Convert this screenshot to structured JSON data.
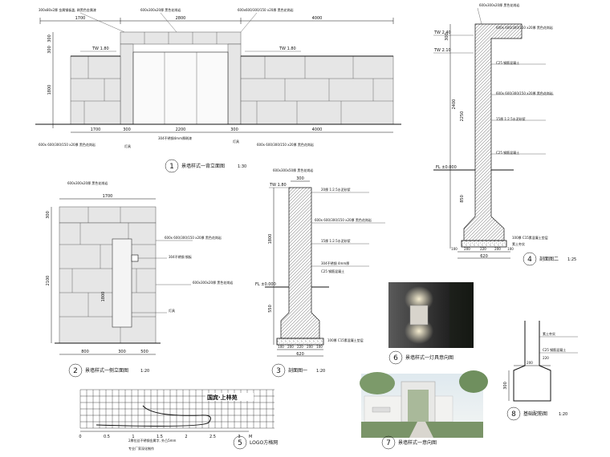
{
  "elevation_front": {
    "labels": {
      "top_note": "300x80x2厚 金属钢板盖, 刷黑色金属漆",
      "wall_cap_spec": "600x300x20厚 黑色花岗岩",
      "wall_cap_spec2": "600x600/300/150 x20厚 黑色花岗岩",
      "tw_left": "TW 1.80",
      "tw_right": "TW 1.80",
      "bottom_left_spec": "600x 600/300/150 x20厚 黑色花岗岩",
      "steel_note": "304不锈钢4mm厚刷漆",
      "lamp_note1": "灯具",
      "lamp_note2": "灯具",
      "bottom_right_spec": "600x 600/300/150 x20厚 黑色花岗岩"
    },
    "dims_top": [
      "1700",
      "2800",
      "4000"
    ],
    "dims_bottom": [
      "1700",
      "300",
      "2200",
      "300",
      "4000"
    ],
    "dims_left": [
      "300",
      "300",
      "1800"
    ],
    "title_num": "1",
    "title": "景墙样式一背立面图",
    "scale": "1:30"
  },
  "section_two": {
    "labels": {
      "top_spec": "600x300x20厚 黑色花岗岩",
      "tw1": "TW 2.40",
      "tw2": "TW 2.10",
      "s1": "600x 600/300/150 x20厚 黑色花岗岩",
      "s2": "C25 钢筋混凝土",
      "s3": "600x 600/300/150 x20厚 黑色花岗岩",
      "s4": "15厚 1:2.5水泥砂浆",
      "s5": "C25 钢筋混凝土",
      "fl": "FL ±0.000",
      "s6": "100厚 C15素混凝土垫层",
      "s7": "素土夯实"
    },
    "dims_left": [
      "300",
      "2400",
      "2250",
      "850",
      "100",
      "100"
    ],
    "dims_bottom": [
      "100",
      "200",
      "220",
      "200",
      "100"
    ],
    "dim_total": "620",
    "title_num": "4",
    "title": "剖面图二",
    "scale": "1:25"
  },
  "elevation_side": {
    "labels": {
      "top_spec": "600x300x20厚 黑色花岗岩",
      "r1": "600x 600/300/150 x20厚 黑色花岗岩",
      "r2": "304不锈钢 钢板",
      "r3": "600x300x20厚 黑色花岗岩",
      "r4": "灯具"
    },
    "dim_top": "1700",
    "dims_left": [
      "300",
      "2100",
      "1800"
    ],
    "dims_bottom": [
      "800",
      "300",
      "500"
    ],
    "title_num": "2",
    "title": "景墙样式一侧立面图",
    "scale": "1:20"
  },
  "section_one": {
    "labels": {
      "top_spec": "600x300x50厚 黑色花岗岩",
      "tw": "TW 1.80",
      "r1": "20厚 1:2.5水泥砂浆",
      "r2": "600x 600/300/150 x20厚 黑色花岗岩",
      "r3": "15厚 1:2.5水泥砂浆",
      "r4": "304不锈钢 4mm厚",
      "r5": "C25 钢筋混凝土",
      "fl": "FL ±0.000",
      "r6": "100厚 C15素混凝土垫层"
    },
    "dim_top": "300",
    "dims_left": [
      "1800",
      "550",
      "100"
    ],
    "dims_bottom": [
      "100",
      "200",
      "220",
      "200",
      "100"
    ],
    "dim_total": "620",
    "title_num": "3",
    "title": "剖面图一",
    "scale": "1:20"
  },
  "lamp_detail": {
    "title_num": "6",
    "title": "景墙样式一灯具意向图"
  },
  "foundation": {
    "labels": {
      "r1": "素土夯实",
      "r2": "C25 钢筋混凝土"
    },
    "dims_side": [
      "300"
    ],
    "dims_bottom": [
      "200",
      "220"
    ],
    "title_num": "8",
    "title": "基础配筋图",
    "scale": "1:20"
  },
  "logo_grid": {
    "logo_text": "国宾·上林苑",
    "scale_ticks": [
      "0",
      "0.5",
      "1",
      "1.5",
      "2",
      "2.5",
      "3"
    ],
    "scale_unit": "M",
    "note1": "2厚拉丝不锈钢金属字, 外凸5mm",
    "note2": "专业厂家深化制作",
    "title_num": "5",
    "title": "LOGO方格网"
  },
  "render_view": {
    "title_num": "7",
    "title": "景墙样式一意向图"
  },
  "colors": {
    "line": "#111111",
    "stone": "#e6e6e6",
    "hatch": "#333333"
  }
}
